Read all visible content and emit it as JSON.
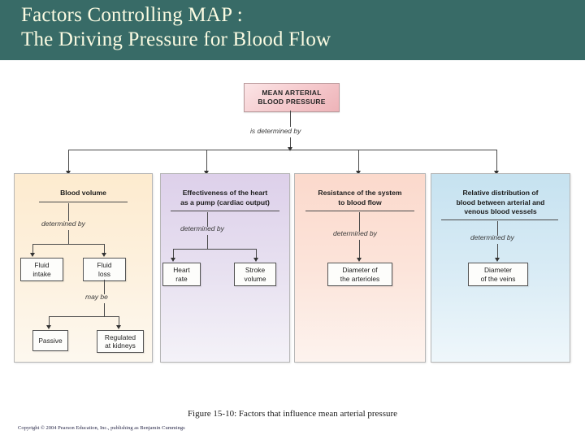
{
  "slide": {
    "title": "Factors Controlling MAP :\nThe Driving Pressure for Blood Flow",
    "title_bar_color": "#386b67",
    "title_text_color": "#fbfbe2"
  },
  "figure": {
    "root": {
      "label": "MEAN ARTERIAL",
      "label2": "BLOOD PRESSURE",
      "color": "#f3c7cb"
    },
    "root_connector_label": "is determined by",
    "columns": [
      {
        "id": "blood-volume",
        "color": "#fdebcf",
        "heading": "Blood volume",
        "connector_label": "determined by",
        "children": [
          "Fluid\nintake",
          "Fluid\nloss"
        ],
        "sub_connector_label": "may be",
        "grandchildren": [
          "Passive",
          "Regulated\nat kidneys"
        ]
      },
      {
        "id": "cardiac-output",
        "color": "#ddd0ea",
        "heading": "Effectiveness of the heart\nas a pump (cardiac output)",
        "connector_label": "determined by",
        "children": [
          "Heart\nrate",
          "Stroke\nvolume"
        ]
      },
      {
        "id": "resistance",
        "color": "#fbd9cc",
        "heading": "Resistance of the system\nto blood flow",
        "connector_label": "determined by",
        "children": [
          "Diameter of\nthe arterioles"
        ]
      },
      {
        "id": "distribution",
        "color": "#c6e2f0",
        "heading": "Relative distribution of\nblood between arterial and\nvenous blood vessels",
        "connector_label": "determined by",
        "children": [
          "Diameter\nof the veins"
        ]
      }
    ]
  },
  "caption": "Figure 15-10: Factors that influence mean arterial pressure",
  "copyright": "Copyright © 2004 Pearson Education, Inc., publishing as Benjamin Cummings"
}
